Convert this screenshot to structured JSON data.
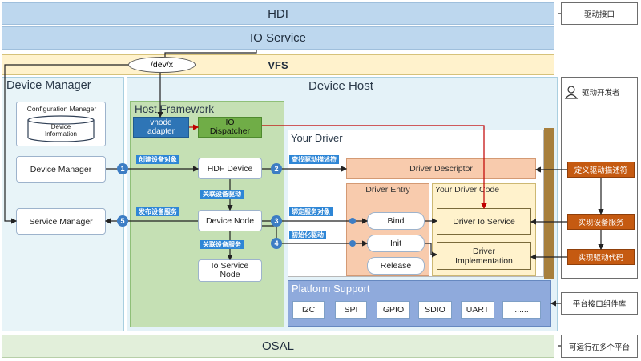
{
  "bands": {
    "hdi": "HDI",
    "io_service": "IO Service",
    "vfs": "VFS",
    "osal": "OSAL",
    "dev_path": "/dev/x"
  },
  "device_manager": {
    "title": "Device Manager",
    "config_manager": "Configuration Manager",
    "device_information": "Device\nInformation",
    "device_manager_node": "Device Manager",
    "service_manager_node": "Service Manager"
  },
  "device_host": {
    "title": "Device Host",
    "host_framework": {
      "title": "Host Framework",
      "vnode_adapter": "vnode\nadapter",
      "io_dispatcher": "IO\nDispatcher",
      "hdf_device": "HDF Device",
      "device_node": "Device Node",
      "io_service_node": "Io Service\nNode"
    },
    "your_driver": {
      "title": "Your Driver",
      "driver_descriptor": "Driver Descriptor",
      "driver_entry": {
        "title": "Driver Entry",
        "bind": "Bind",
        "init": "Init",
        "release": "Release"
      },
      "your_driver_code": {
        "title": "Your Driver Code",
        "driver_io_service": "Driver Io Service",
        "driver_implementation": "Driver\nImplementation"
      }
    },
    "platform_support": {
      "title": "Platform Support",
      "items": [
        "I2C",
        "SPI",
        "GPIO",
        "SDIO",
        "UART",
        "......"
      ]
    }
  },
  "flow_labels": {
    "create_device_object": "创建设备对象",
    "find_driver_descriptor": "查找驱动描述符",
    "associate_device_driver": "关联设备驱动",
    "bind_service_object": "绑定服务对象",
    "publish_device_service": "发布设备服务",
    "init_driver": "初始化驱动",
    "associate_device_service": "关联设备服务"
  },
  "steps": [
    "1",
    "2",
    "3",
    "4",
    "5"
  ],
  "right_panel": {
    "driver_interface": "驱动接口",
    "driver_developer": "驱动开发者",
    "define_descriptor": "定义驱动描述符",
    "implement_service": "实现设备服务",
    "implement_code": "实现驱动代码",
    "platform_lib": "平台接口组件库",
    "multi_platform": "可运行在多个平台"
  },
  "colors": {
    "band_blue": "#bdd7ee",
    "vfs_yellow": "#fff2cc",
    "host_framework_green": "#c5e0b4",
    "device_host_light": "#e4f2f8",
    "driver_orange": "#f8cbad",
    "driver_code_yellow": "#fff2cc",
    "platform_blue": "#8faadc",
    "action_orange": "#c55a11",
    "arrow_red": "#c00000"
  }
}
